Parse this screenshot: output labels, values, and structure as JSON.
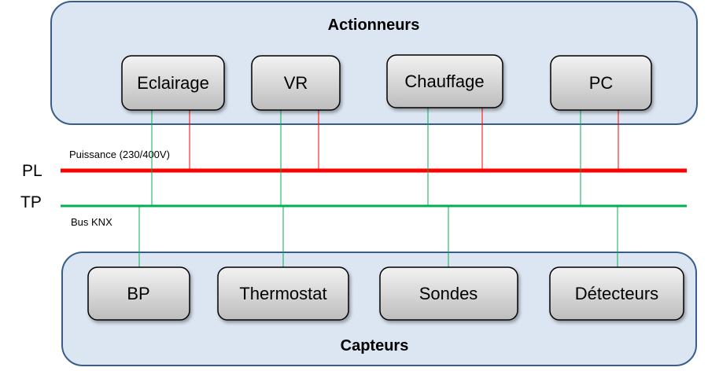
{
  "actuators": {
    "title": "Actionneurs",
    "items": [
      "Eclairage",
      "VR",
      "Chauffage",
      "PC"
    ]
  },
  "sensors": {
    "title": "Capteurs",
    "items": [
      "BP",
      "Thermostat",
      "Sondes",
      "Détecteurs"
    ]
  },
  "lines": {
    "power": {
      "short": "PL",
      "label": "Puissance (230/400V)",
      "color": "#ff0000"
    },
    "bus": {
      "short": "TP",
      "label": "Bus KNX",
      "color": "#00b050"
    }
  },
  "colors": {
    "group_fill": "#dce6f2",
    "group_stroke": "#385d8a",
    "box_fill_top": "#f2f2f2",
    "box_fill_bottom": "#bfbfbf"
  }
}
